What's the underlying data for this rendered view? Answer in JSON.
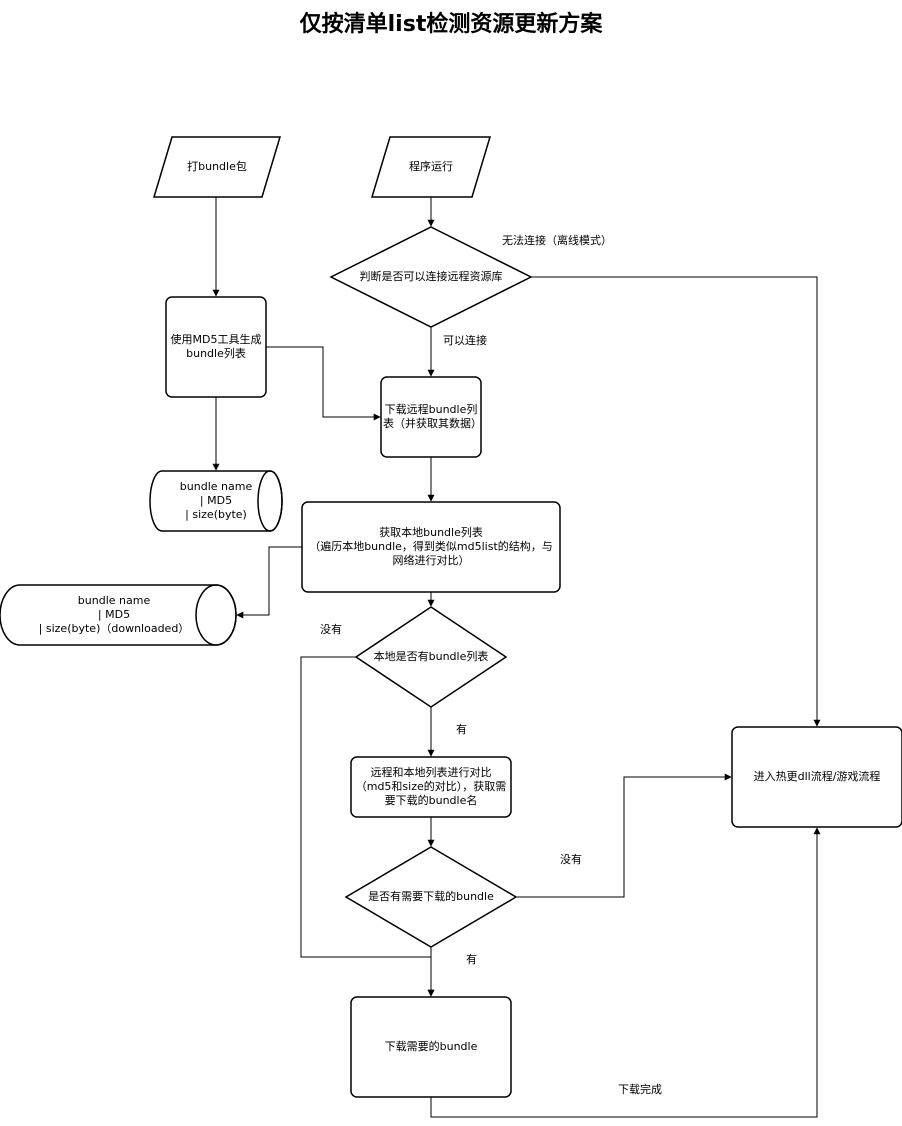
{
  "title": "仅按清单list检测资源更新方案",
  "nodes": {
    "build_bundle": "打bundle包",
    "run_program": "程序运行",
    "can_connect": "判断是否可以连接远程资源库",
    "md5_tool": "使用MD5工具生成bundle列表",
    "download_remote_list": "下载远程bundle列表（并获取其数据）",
    "db_bundle_list": [
      "bundle name",
      "| MD5",
      "| size(byte)"
    ],
    "get_local_list": [
      "获取本地bundle列表",
      "（遍历本地bundle，得到类似md5list的结构，与",
      "网络进行对比）"
    ],
    "db_downloaded": [
      "bundle name",
      "| MD5",
      "| size(byte)（downloaded）"
    ],
    "has_local_list": "本地是否有bundle列表",
    "compare_lists": "远程和本地列表进行对比（md5和size的对比），获取需要下载的bundle名",
    "need_download": "是否有需要下载的bundle",
    "enter_hot_update": "进入热更dll流程/游戏流程",
    "download_needed": "下载需要的bundle"
  },
  "edge_labels": {
    "offline": "无法连接（离线模式）",
    "can_connect": "可以连接",
    "no_local": "没有",
    "has_local": "有",
    "no_download": "没有",
    "has_download": "有",
    "download_done": "下载完成"
  }
}
